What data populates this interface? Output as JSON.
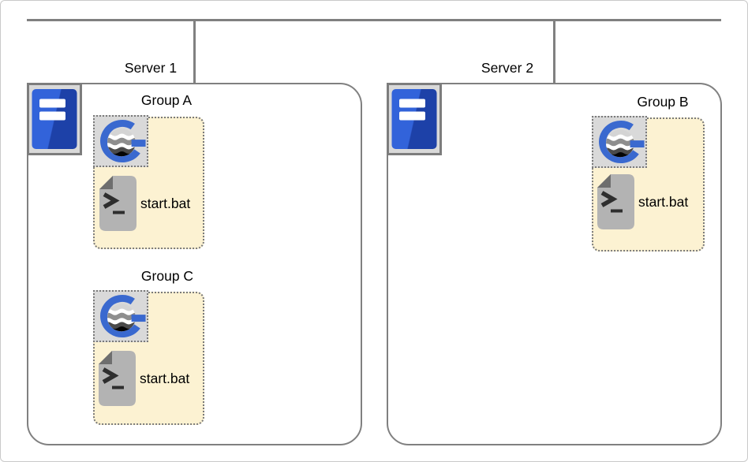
{
  "diagram": {
    "servers": [
      {
        "label": "Server 1",
        "groups": [
          {
            "label": "Group A",
            "app_icon": "goldsim-logo-icon",
            "file_icon": "batch-script-icon",
            "file_label": "start.bat"
          },
          {
            "label": "Group C",
            "app_icon": "goldsim-logo-icon",
            "file_icon": "batch-script-icon",
            "file_label": "start.bat"
          }
        ]
      },
      {
        "label": "Server 2",
        "groups": [
          {
            "label": "Group B",
            "app_icon": "goldsim-logo-icon",
            "file_icon": "batch-script-icon",
            "file_label": "start.bat"
          }
        ]
      }
    ],
    "icons": {
      "server": "server-tower-icon",
      "group_app": "goldsim-logo-icon",
      "file": "batch-script-icon"
    },
    "colors": {
      "connector_gray": "#808080",
      "server_border": "#808080",
      "group_fill": "#fcf2d2",
      "group_border": "#7a7a7a",
      "tile_fill": "#d9d9d9",
      "logo_blue": "#3a69cf",
      "tower_blue_light": "#3263da",
      "tower_blue_dark": "#1d41a8",
      "file_gray": "#b3b3b3",
      "file_fold_gray": "#6e6e6e"
    }
  }
}
